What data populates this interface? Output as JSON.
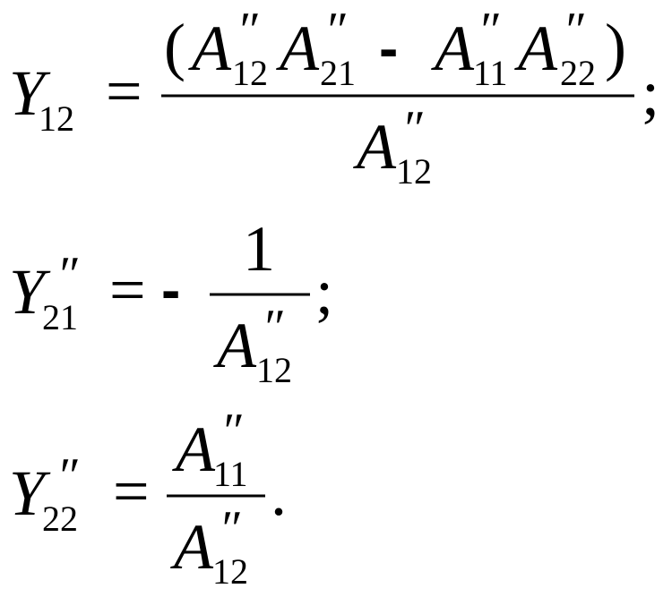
{
  "equations": [
    {
      "lhs": {
        "base": "Y",
        "sub": "12",
        "prime": ""
      },
      "equals": "=",
      "numerator": {
        "open_paren": "(",
        "close_paren": ")",
        "minus": "-",
        "terms": [
          {
            "base": "A",
            "sub": "12",
            "prime": "″"
          },
          {
            "base": "A",
            "sub": "21",
            "prime": "″"
          },
          {
            "base": "A",
            "sub": "11",
            "prime": "″"
          },
          {
            "base": "A",
            "sub": "22",
            "prime": "″"
          }
        ]
      },
      "denominator": {
        "base": "A",
        "sub": "12",
        "prime": "″"
      },
      "end_punct": ";"
    },
    {
      "lhs": {
        "base": "Y",
        "sub": "21",
        "prime": "″"
      },
      "equals": "=",
      "minus": "-",
      "numerator": {
        "value": "1"
      },
      "denominator": {
        "base": "A",
        "sub": "12",
        "prime": "″"
      },
      "end_punct": ";"
    },
    {
      "lhs": {
        "base": "Y",
        "sub": "22",
        "prime": "″"
      },
      "equals": "=",
      "numerator": {
        "base": "A",
        "sub": "11",
        "prime": "″"
      },
      "denominator": {
        "base": "A",
        "sub": "12",
        "prime": "″"
      },
      "end_punct": "."
    }
  ]
}
